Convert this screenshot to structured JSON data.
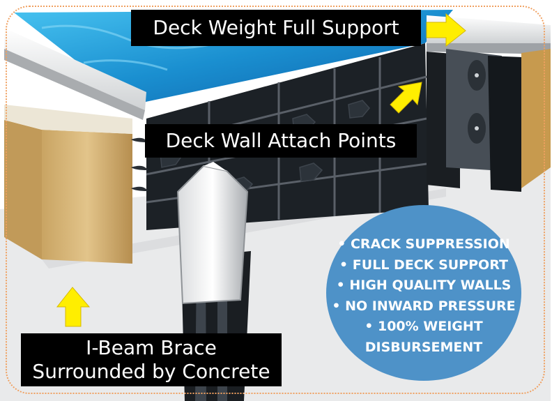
{
  "labels": {
    "deck_weight": "Deck Weight Full Support",
    "attach_points": "Deck Wall Attach Points",
    "ibeam_line1": "I-Beam Brace",
    "ibeam_line2": "Surrounded by Concrete"
  },
  "features": [
    "• CRACK SUPPRESSION",
    "• FULL DECK SUPPORT",
    "• HIGH QUALITY WALLS",
    "• NO INWARD PRESSURE",
    "• 100% WEIGHT",
    "DISBURSEMENT"
  ],
  "colors": {
    "arrow": "#ffee00",
    "water": "#1a8fd0",
    "badge": "#4e92c8",
    "label_bg": "#000000",
    "border": "#f0a060"
  },
  "icons": {
    "arrow": "yellow-arrow-icon"
  }
}
